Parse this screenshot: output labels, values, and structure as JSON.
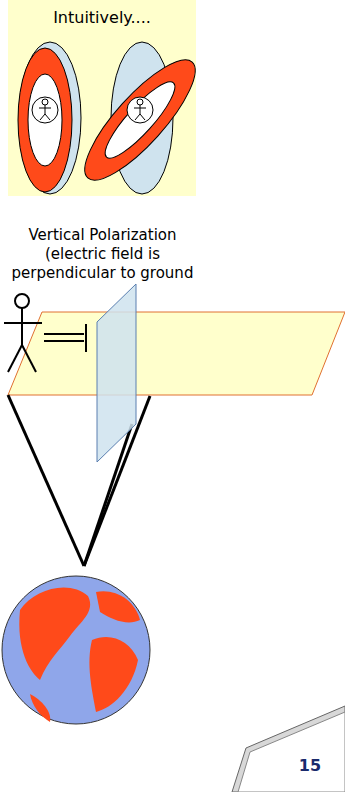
{
  "diagram": {
    "nodes": [
      {
        "text": [
          "Intuitively...."
        ]
      }
    ],
    "labels": [
      "Vertical Polarization (electric field is perpendicular to ground",
      "15"
    ]
  }
}
